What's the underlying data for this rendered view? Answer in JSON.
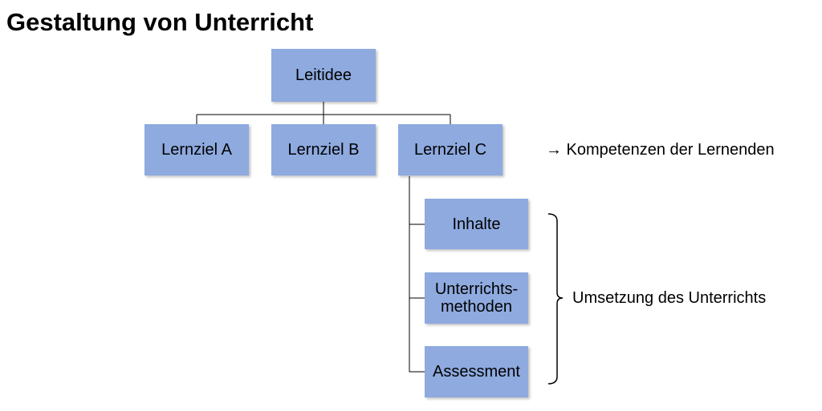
{
  "title": "Gestaltung von Unterricht",
  "colors": {
    "box_fill": "#8eaadf",
    "line": "#000000"
  },
  "nodes": {
    "root": "Leitidee",
    "goals": [
      "Lernziel A",
      "Lernziel B",
      "Lernziel C"
    ],
    "children": [
      "Inhalte",
      "Unterrichts-\nmethoden",
      "Assessment"
    ]
  },
  "annotations": {
    "goals_note": "→ Kompetenzen der Lernenden",
    "children_note": "Umsetzung des Unterrichts"
  }
}
